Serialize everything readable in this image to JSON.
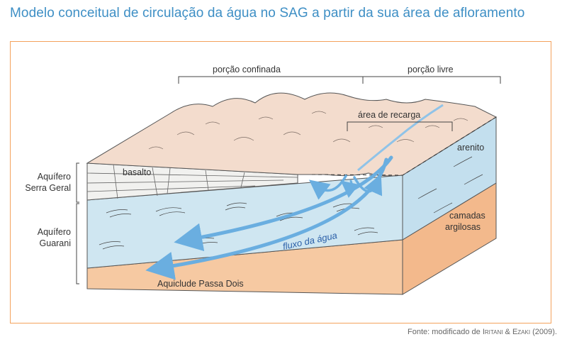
{
  "title": "Modelo conceitual de circulação da água no SAG a partir da sua área de afloramento",
  "labels": {
    "confinada": "porção confinada",
    "livre": "porção livre",
    "recarga": "área de recarga",
    "basalto": "basalto",
    "arenito": "arenito",
    "aquifero_serra_geral": [
      "Aquífero",
      "Serra Geral"
    ],
    "aquifero_guarani": [
      "Aquífero",
      "Guarani"
    ],
    "camadas": [
      "camadas",
      "argilosas"
    ],
    "fluxo": "fluxo da água",
    "aquiclude": "Aquiclude Passa Dois"
  },
  "source": {
    "prefix": "Fonte: modificado de ",
    "author1": "Iritani",
    "amp": " & ",
    "author2": "Ezaki",
    "year": " (2009)."
  },
  "colors": {
    "title": "#3e8fc5",
    "frame": "#f4a25c",
    "terrain": "#f3dccd",
    "aquifer": "#cfe6f1",
    "clay": "#f6c9a2",
    "flow": "#6aaee0",
    "flow_text": "#2a5fa8"
  }
}
